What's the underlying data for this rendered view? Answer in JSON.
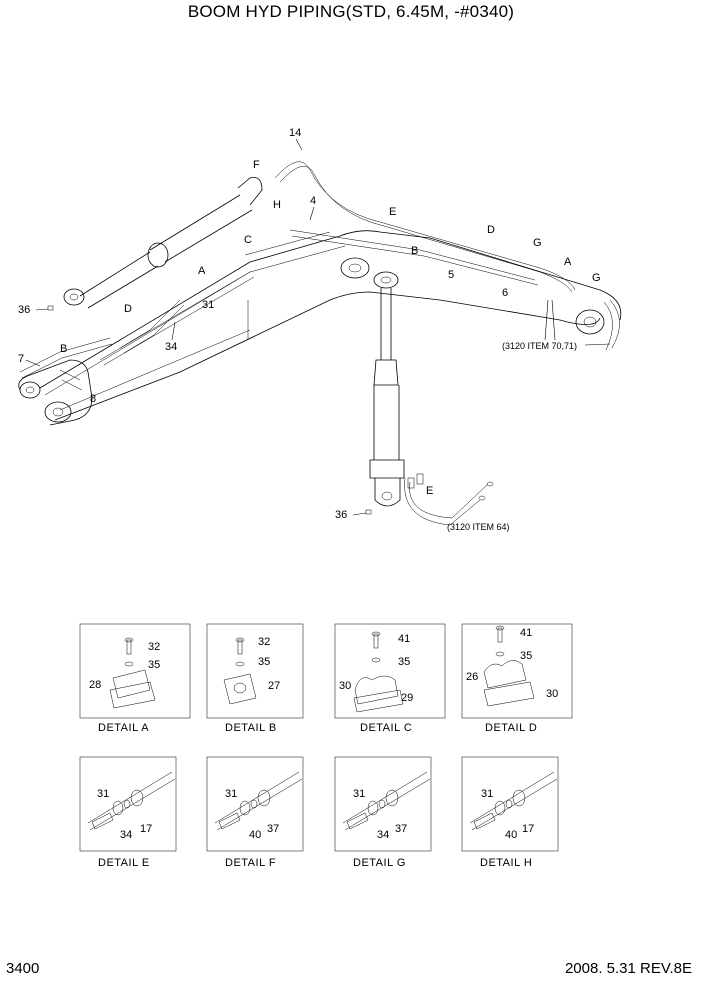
{
  "title": "BOOM HYD PIPING(STD, 6.45M, -#0340)",
  "page_number": "3400",
  "revision": "2008. 5.31  REV.8E",
  "main_callouts": [
    "14",
    "F",
    "H",
    "4",
    "E",
    "D",
    "G",
    "C",
    "A",
    "B",
    "5",
    "6",
    "A",
    "G",
    "36",
    "31",
    "34",
    "D",
    "7",
    "B",
    "8",
    "E",
    "36"
  ],
  "notes": {
    "ref_upper": "(3120 ITEM 70,71)",
    "ref_lower": "(3120 ITEM 64)"
  },
  "details": [
    {
      "caption": "DETAIL  A",
      "callouts": [
        "32",
        "35",
        "28"
      ]
    },
    {
      "caption": "DETAIL  B",
      "callouts": [
        "32",
        "35",
        "27"
      ]
    },
    {
      "caption": "DETAIL  C",
      "callouts": [
        "41",
        "35",
        "30",
        "29"
      ]
    },
    {
      "caption": "DETAIL  D",
      "callouts": [
        "41",
        "35",
        "26",
        "30"
      ]
    },
    {
      "caption": "DETAIL  E",
      "callouts": [
        "31",
        "34",
        "17"
      ]
    },
    {
      "caption": "DETAIL  F",
      "callouts": [
        "31",
        "40",
        "37"
      ]
    },
    {
      "caption": "DETAIL  G",
      "callouts": [
        "31",
        "34",
        "37"
      ]
    },
    {
      "caption": "DETAIL  H",
      "callouts": [
        "31",
        "40",
        "17"
      ]
    }
  ]
}
